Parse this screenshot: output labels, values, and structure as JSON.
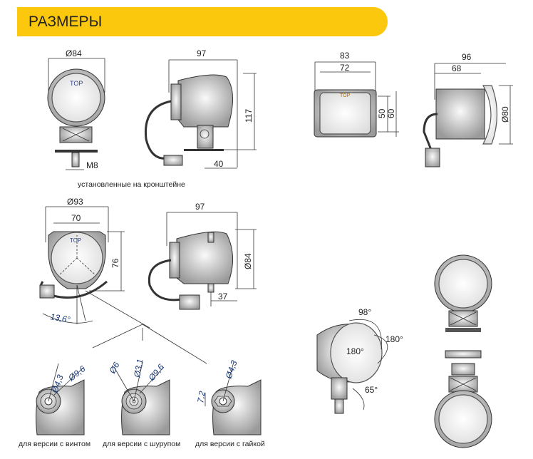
{
  "header": {
    "title": "РАЗМЕРЫ"
  },
  "colors": {
    "accent": "#fcc80e"
  },
  "lamp1": {
    "front": {
      "diameter": "Ø84",
      "top": "TOP",
      "thread": "M8"
    },
    "side": {
      "length": "97",
      "height": "117",
      "bracket": "40"
    },
    "caption": "установленные на кронштейне"
  },
  "lamp2": {
    "front": {
      "width": "83",
      "inner": "72",
      "h_inner": "50",
      "h_outer": "60",
      "top": "TOP"
    },
    "side": {
      "length": "96",
      "inner": "68",
      "diameter": "Ø80"
    }
  },
  "lamp3": {
    "front": {
      "diameter": "Ø93",
      "width": "70",
      "height": "76",
      "angle": "13,6°",
      "top": "TOP"
    },
    "side": {
      "length": "97",
      "diameter": "Ø84",
      "depth": "37"
    }
  },
  "mounts": [
    {
      "dims": [
        "Ø4,3",
        "Ø9,6"
      ],
      "caption": "для версии с винтом"
    },
    {
      "dims": [
        "Ø6",
        "Ø3,1",
        "Ø9,6"
      ],
      "caption": "для версии с шурупом"
    },
    {
      "dims": [
        "Ø4,3",
        "7,2"
      ],
      "caption": "для версии с гайкой"
    }
  ],
  "rotation": {
    "up": "98°",
    "right": "180°",
    "center": "180°",
    "down": "65°"
  }
}
